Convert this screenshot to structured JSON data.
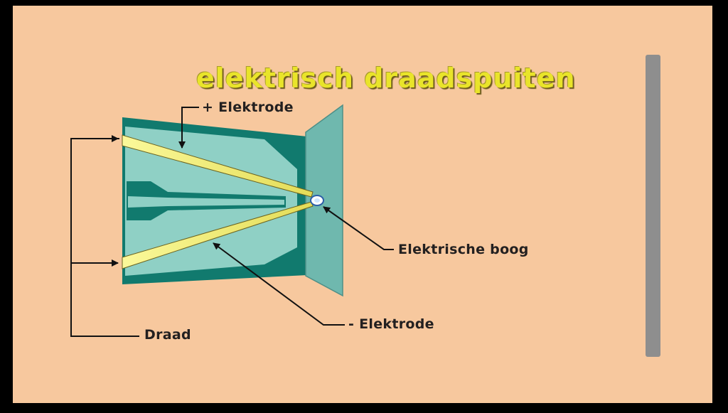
{
  "diagram": {
    "title": "elektrisch draadspuiten",
    "labels": {
      "plus_electrode": "+ Elektrode",
      "minus_electrode": "- Elektrode",
      "arc": "Elektrische boog",
      "wire": "Draad"
    }
  },
  "colors": {
    "background": "#f7c89e",
    "frame": "#000000",
    "gun_dark": "#117a6e",
    "gun_light": "#8fd0c5",
    "nozzle_plate": "#6fb8ae",
    "wire_yellow": "#f1ee7a",
    "substrate": "#8e8e8e",
    "title_yellow": "#e9e42a",
    "text": "#232020"
  }
}
